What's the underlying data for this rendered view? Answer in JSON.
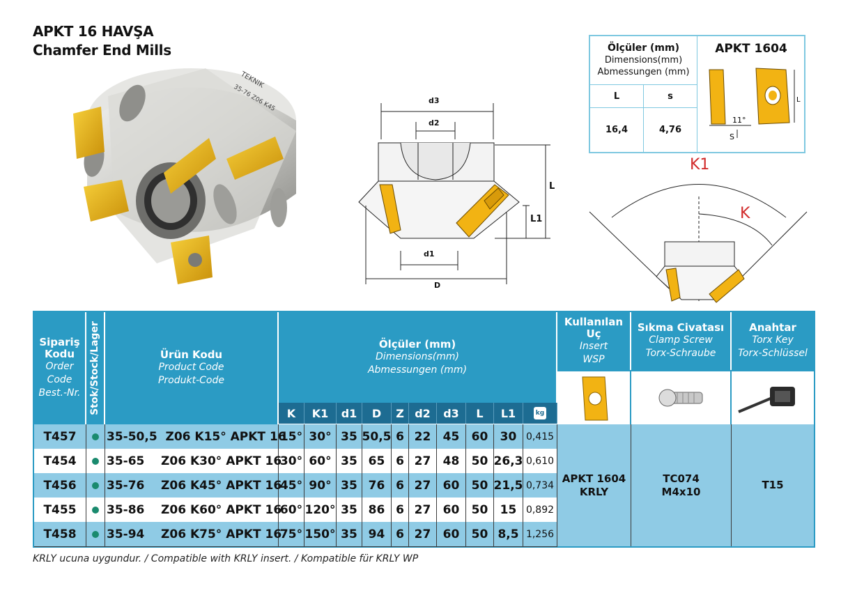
{
  "title": {
    "line1": "APKT 16 HAVŞA",
    "line2": "Chamfer End Mills"
  },
  "photo": {
    "engraving1": "TEKNIK",
    "engraving2": "35-76 Z06 K45"
  },
  "drawing": {
    "d3": "d3",
    "d2": "d2",
    "L": "L",
    "L1": "L1",
    "d1": "d1",
    "D": "D"
  },
  "angles": {
    "K1": "K1",
    "K": "K"
  },
  "spec": {
    "header_tr": "Ölçüler (mm)",
    "header_en": "Dimensions(mm)",
    "header_de": "Abmessungen (mm)",
    "insert_code": "APKT 1604",
    "col_L": "L",
    "col_s": "s",
    "val_L": "16,4",
    "val_s": "4,76",
    "angle_11": "11°",
    "label_s": "S",
    "label_L": "L"
  },
  "table": {
    "headers": {
      "order": {
        "tr": "Sipariş Kodu",
        "en": "Order Code",
        "de": "Best.-Nr."
      },
      "stock": "Stok/Stock/Lager",
      "product": {
        "tr": "Ürün Kodu",
        "en": "Product Code",
        "de": "Produkt-Code"
      },
      "dims": {
        "tr": "Ölçüler (mm)",
        "en": "Dimensions(mm)",
        "de": "Abmessungen (mm)"
      },
      "insert": {
        "tr": "Kullanılan Uç",
        "en": "Insert",
        "de": "WSP"
      },
      "screw": {
        "tr": "Sıkma Civatası",
        "en": "Clamp Screw",
        "de": "Torx-Schraube"
      },
      "key": {
        "tr": "Anahtar",
        "en": "Torx Key",
        "de": "Torx-Schlüssel"
      },
      "weight_icon": "kg"
    },
    "sub_columns": [
      "K",
      "K1",
      "d1",
      "D",
      "Z",
      "d2",
      "d3",
      "L",
      "L1"
    ],
    "rows": [
      {
        "order": "T457",
        "product": "35-50,5  Z06 K15° APKT 16",
        "K": "15°",
        "K1": "30°",
        "d1": "35",
        "D": "50,5",
        "Z": "6",
        "d2": "22",
        "d3": "45",
        "L": "60",
        "L1": "30",
        "kg": "0,415"
      },
      {
        "order": "T454",
        "product": "35-65    Z06 K30° APKT 16",
        "K": "30°",
        "K1": "60°",
        "d1": "35",
        "D": "65",
        "Z": "6",
        "d2": "27",
        "d3": "48",
        "L": "50",
        "L1": "26,3",
        "kg": "0,610"
      },
      {
        "order": "T456",
        "product": "35-76    Z06 K45° APKT 16",
        "K": "45°",
        "K1": "90°",
        "d1": "35",
        "D": "76",
        "Z": "6",
        "d2": "27",
        "d3": "60",
        "L": "50",
        "L1": "21,5",
        "kg": "0,734"
      },
      {
        "order": "T455",
        "product": "35-86    Z06 K60° APKT 16",
        "K": "60°",
        "K1": "120°",
        "d1": "35",
        "D": "86",
        "Z": "6",
        "d2": "27",
        "d3": "60",
        "L": "50",
        "L1": "15",
        "kg": "0,892"
      },
      {
        "order": "T458",
        "product": "35-94    Z06 K75° APKT 16",
        "K": "75°",
        "K1": "150°",
        "d1": "35",
        "D": "94",
        "Z": "6",
        "d2": "27",
        "d3": "60",
        "L": "50",
        "L1": "8,5",
        "kg": "1,256"
      }
    ],
    "insert_value": {
      "line1": "APKT 1604",
      "line2": "KRLY"
    },
    "screw_value": {
      "line1": "TC074",
      "line2": "M4x10"
    },
    "key_value": "T15"
  },
  "footnote": "KRLY ucuna uygundur. / Compatible with KRLY insert. / Kompatible für KRLY WP"
}
